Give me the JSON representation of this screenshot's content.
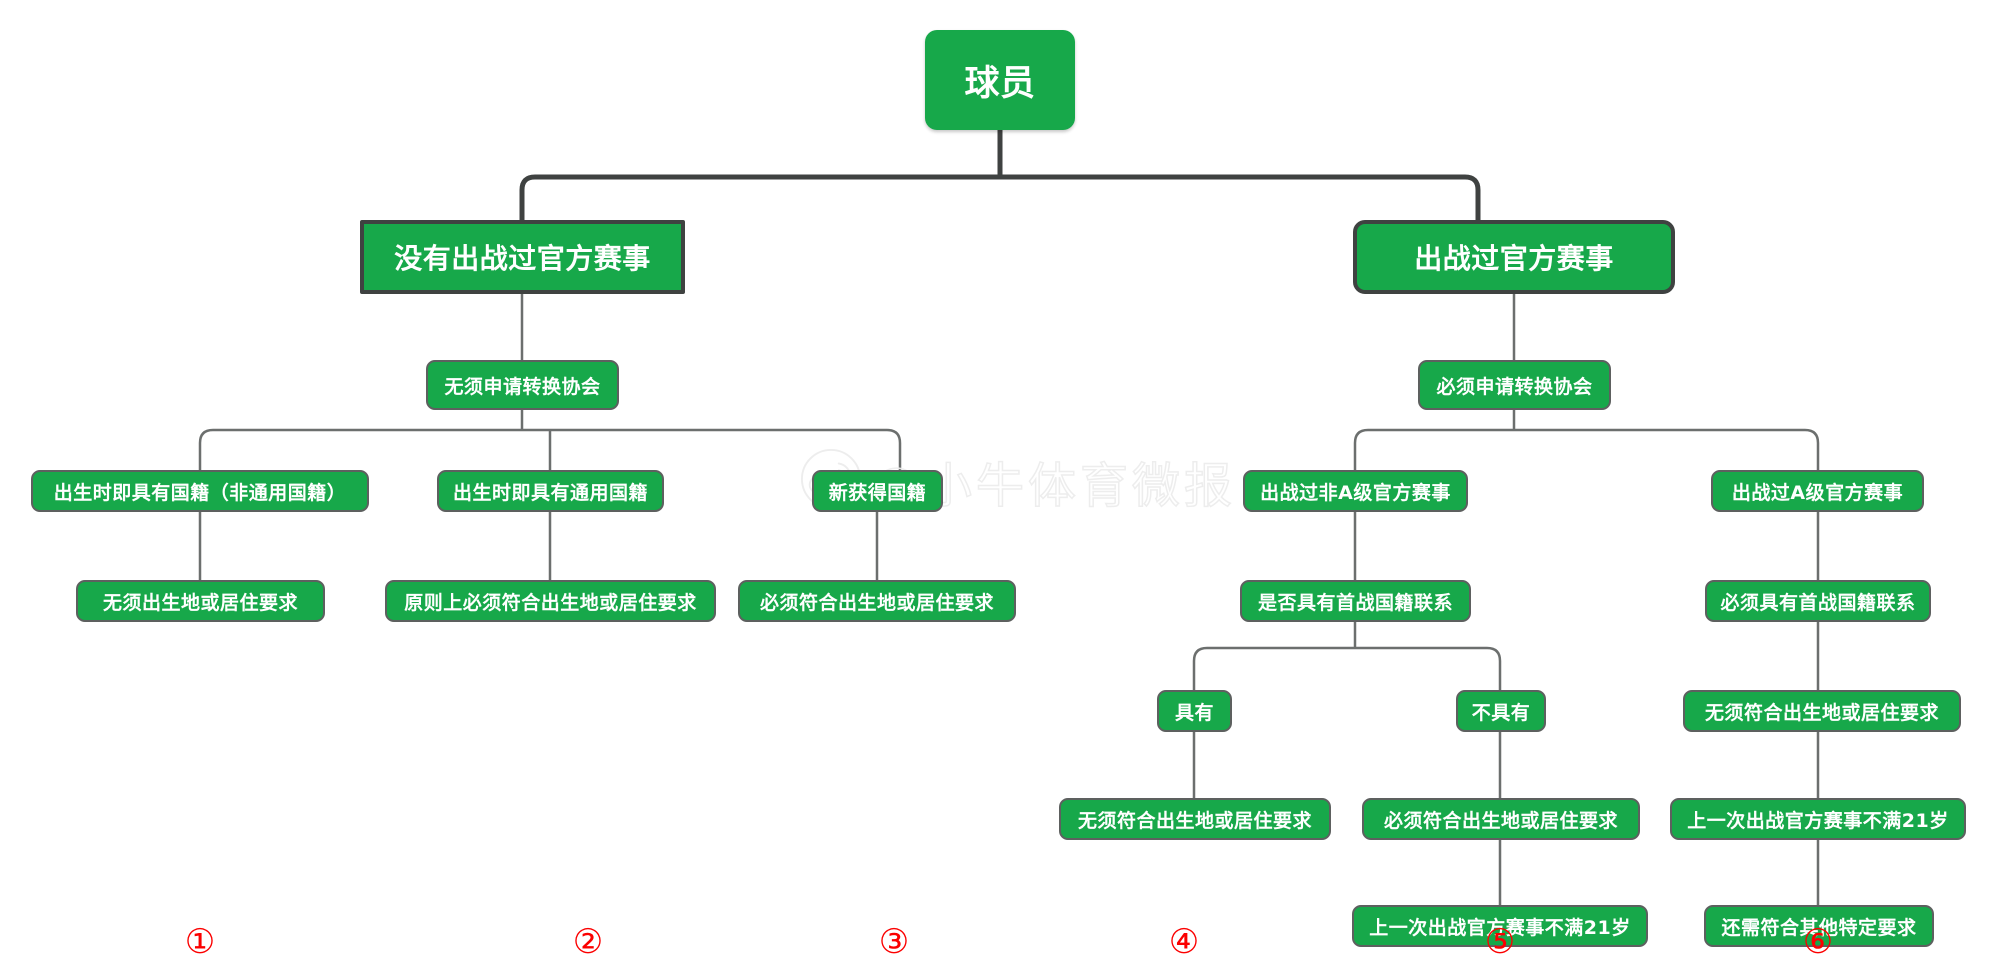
{
  "diagram": {
    "title_node": "球员",
    "watermark": {
      "text": "@小牛体育微报",
      "logo": "weibo-logo-icon"
    },
    "colors": {
      "node_fill": "#17a84a",
      "node_border_strong": "#3f4241",
      "node_border_light": "#5d605f",
      "edge": "#6c6f6e",
      "edge_strong": "#3f4241",
      "marker": "#fb0000",
      "text": "#ffffff",
      "background": "#ffffff"
    },
    "nodes": {
      "root": "球员",
      "left_branch": "没有出战过官方赛事",
      "right_branch": "出战过官方赛事",
      "left_assoc": "无须申请转换协会",
      "right_assoc": "必须申请转换协会",
      "l1": "出生时即具有国籍（非通用国籍）",
      "l2": "出生时即具有通用国籍",
      "l3": "新获得国籍",
      "l1_req": "无须出生地或居住要求",
      "l2_req": "原则上必须符合出生地或居住要求",
      "l3_req": "必须符合出生地或居住要求",
      "r1": "出战过非A级官方赛事",
      "r2": "出战过A级官方赛事",
      "r1_q": "是否具有首战国籍联系",
      "r2_q": "必须具有首战国籍联系",
      "r1_yes": "具有",
      "r1_no": "不具有",
      "r1_yes_req": "无须符合出生地或居住要求",
      "r1_no_req": "必须符合出生地或居住要求",
      "r1_no_age": "上一次出战官方赛事不满21岁",
      "r2_req": "无须符合出生地或居住要求",
      "r2_age": "上一次出战官方赛事不满21岁",
      "r2_other": "还需符合其他特定要求"
    },
    "markers": [
      {
        "label": "①"
      },
      {
        "label": "②"
      },
      {
        "label": "③"
      },
      {
        "label": "④"
      },
      {
        "label": "⑤"
      },
      {
        "label": "⑥"
      }
    ]
  }
}
